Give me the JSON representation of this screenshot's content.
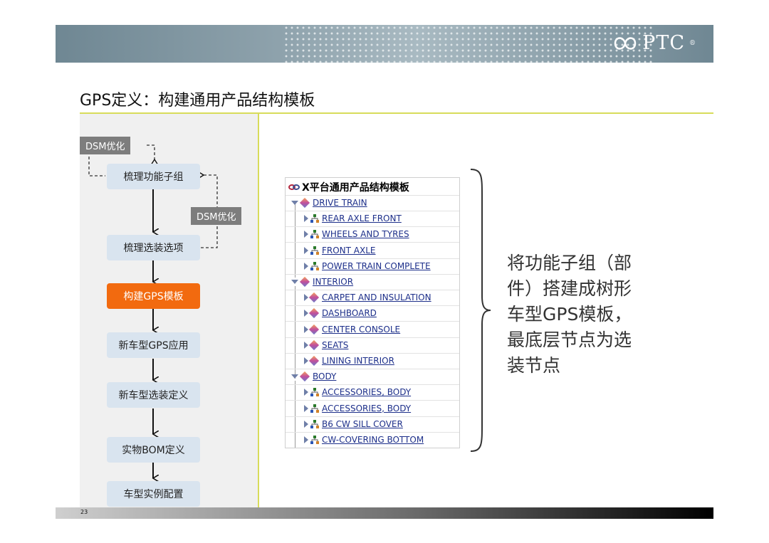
{
  "header": {
    "brand": "PTC",
    "brand_mark": "®"
  },
  "slide": {
    "title": "GPS定义：构建通用产品结构模板",
    "page_number": "23"
  },
  "flow": {
    "tag_top": "DSM优化",
    "tag_mid": "DSM优化",
    "steps": [
      "梳理功能子组",
      "梳理选装选项",
      "构建GPS模板",
      "新车型GPS应用",
      "新车型选装定义",
      "实物BOM定义",
      "车型实例配置"
    ],
    "highlight_step": "构建GPS模板"
  },
  "tree": {
    "root": "X平台通用产品结构模板",
    "nodes": [
      {
        "label": "DRIVE TRAIN",
        "level": 0,
        "type": "part"
      },
      {
        "label": "REAR AXLE FRONT",
        "level": 1,
        "type": "assembly"
      },
      {
        "label": "WHEELS AND TYRES",
        "level": 1,
        "type": "assembly"
      },
      {
        "label": "FRONT AXLE",
        "level": 1,
        "type": "assembly"
      },
      {
        "label": "POWER TRAIN COMPLETE",
        "level": 1,
        "type": "assembly"
      },
      {
        "label": "INTERIOR",
        "level": 0,
        "type": "part"
      },
      {
        "label": "CARPET AND INSULATION",
        "level": 1,
        "type": "part"
      },
      {
        "label": "DASHBOARD",
        "level": 1,
        "type": "part"
      },
      {
        "label": "CENTER CONSOLE",
        "level": 1,
        "type": "part"
      },
      {
        "label": "SEATS",
        "level": 1,
        "type": "part"
      },
      {
        "label": "LINING INTERIOR",
        "level": 1,
        "type": "part"
      },
      {
        "label": "BODY",
        "level": 0,
        "type": "part"
      },
      {
        "label": "ACCESSORIES, BODY",
        "level": 1,
        "type": "assembly"
      },
      {
        "label": "ACCESSORIES, BODY",
        "level": 1,
        "type": "assembly"
      },
      {
        "label": "B6 CW SILL COVER",
        "level": 1,
        "type": "assembly"
      },
      {
        "label": "CW-COVERING BOTTOM",
        "level": 1,
        "type": "assembly"
      }
    ]
  },
  "caption": {
    "lines": [
      "将功能子组（部",
      "件）搭建成树形",
      "车型GPS模板，",
      "最底层节点为选",
      "装节点"
    ]
  },
  "colors": {
    "accent_line": "#d8dc5a",
    "highlight": "#f26a0f",
    "box": "#d9e4ef",
    "banner": "#8fa3ad"
  }
}
